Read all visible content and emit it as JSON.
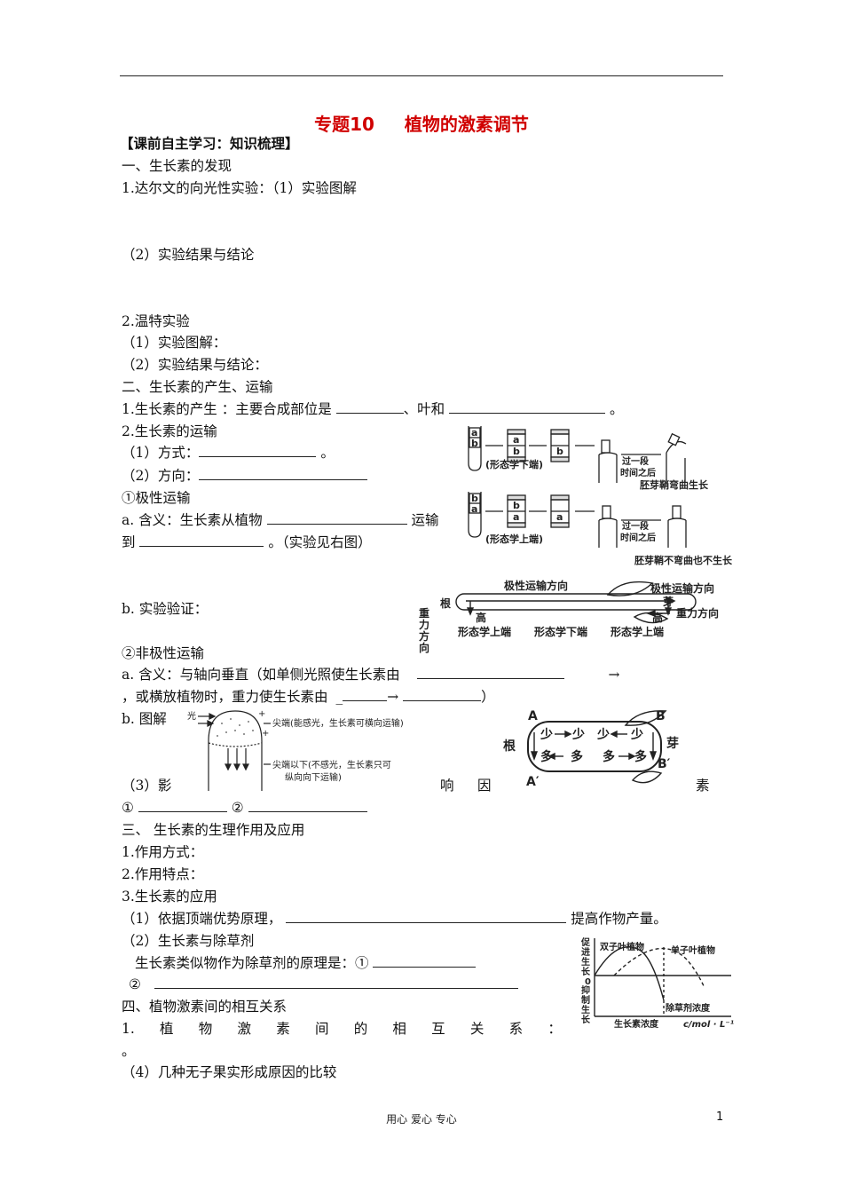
{
  "title": {
    "num": "专题10",
    "text": "植物的激素调节"
  },
  "header_tag": "【课前自主学习：知识梳理】",
  "lines": {
    "s1": "一、生长素的发现",
    "s1_1": "1.达尔文的向光性实验：（1）实验图解",
    "s1_1b": "（2）实验结果与结论",
    "s1_2": "2.温特实验",
    "s1_2a": "（1）实验图解：",
    "s1_2b": "（2）实验结果与结论：",
    "s2": "二、生长素的产生、运输",
    "s2_1a": "1.生长素的产生 ：主要合成部位是",
    "s2_1b": "、叶和",
    "s2_1c": "。",
    "s2_2": "2.生长素的运输",
    "s2_2a": "（1）方式：",
    "s2_2a_end": "。",
    "s2_2b": "（2）方向：",
    "polar": "①极性运输",
    "polar_a1": "a. 含义：生长素从植物",
    "polar_a2": "运输",
    "polar_a3": "到",
    "polar_a4": "。（实验见右图）",
    "polar_b": "b. 实验验证：",
    "nonpolar": "②非极性运输",
    "np_a1": "a. 含义：与轴向垂直（如单侧光照使生长素由",
    "np_arrow": "→",
    "np_a2": "，或横放植物时，重力使生长素由",
    "np_a2_mid": "_",
    "np_a2_arrow": "→",
    "np_a2_end": "）",
    "np_b": "b. 图解",
    "inf_1": "（3）影",
    "inf_2": "响",
    "inf_3": "因",
    "inf_4": "素",
    "inf_c1": "①",
    "inf_c2": "②",
    "s3": "三、 生长素的生理作用及应用",
    "s3_1": "1.作用方式：",
    "s3_2": "2.作用特点：",
    "s3_3": "3.生长素的应用",
    "s3_3a1": "（1）依据顶端优势原理，",
    "s3_3a2": "提高作物产量。",
    "s3_3b": "（2）生长素与除草剂",
    "s3_3b1": "生长素类似物作为除草剂的原理是：①",
    "s3_3b2": "②",
    "s4": "四、植物激素间的相互关系",
    "s4_1": [
      "1.",
      "植",
      "物",
      "激",
      "素",
      "间",
      "的",
      "相",
      "互",
      "关",
      "系",
      "："
    ],
    "s4_1b": "。",
    "s4_4": "（4）几种无子果实形成原因的比较"
  },
  "fig_went": {
    "top_caption": "(形态学下端)",
    "bot_caption": "(形态学上端)",
    "a": "a",
    "b": "b",
    "after1": "过一段",
    "after2": "时间之后",
    "result1": "胚芽鞘弯曲生长",
    "result2": "胚芽鞘不弯曲也不生长"
  },
  "fig_polar": {
    "gen": "根",
    "ya": "芽",
    "gao": "高",
    "polar_dir": "极性运输方向",
    "grav_left": [
      "重",
      "力",
      "方",
      "向"
    ],
    "grav_right": "重力方向",
    "up1": "形态学上端",
    "down": "形态学下端",
    "up2": "形态学上端"
  },
  "fig_tip": {
    "light": "光",
    "tip": "尖端(能感光，生长素可横向运输)",
    "below1": "尖端以下(不感光，生长素只可",
    "below2": "纵向向下运输)"
  },
  "fig_root": {
    "A": "A",
    "B": "B",
    "A2": "A′",
    "B2": "B′",
    "gen": "根",
    "ya": "芽",
    "shao": "少",
    "duo": "多"
  },
  "fig_curve": {
    "ylab_top": [
      "促",
      "进",
      "生",
      "长"
    ],
    "zero": "0",
    "ylab_bot": [
      "抑",
      "制",
      "生",
      "长"
    ],
    "dicot": "双子叶植物",
    "monocot": "单子叶植物",
    "herb": "除草剂浓度",
    "xlab": "生长素浓度",
    "unit": "c/mol · L⁻¹"
  },
  "footer": "用心 爱心 专心",
  "page_number": "1"
}
